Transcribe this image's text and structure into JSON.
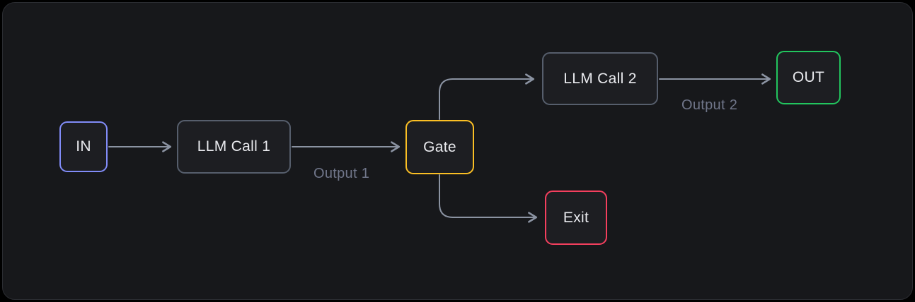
{
  "diagram": {
    "type": "flowchart",
    "nodes": [
      {
        "id": "in",
        "label": "IN",
        "border_color": "#818cf8"
      },
      {
        "id": "llm-call-1",
        "label": "LLM Call 1",
        "border_color": "#565e6c"
      },
      {
        "id": "gate",
        "label": "Gate",
        "border_color": "#fbbf24"
      },
      {
        "id": "llm-call-2",
        "label": "LLM Call 2",
        "border_color": "#565e6c"
      },
      {
        "id": "out",
        "label": "OUT",
        "border_color": "#22c55e"
      },
      {
        "id": "exit",
        "label": "Exit",
        "border_color": "#f43f5e"
      }
    ],
    "edges": [
      {
        "from": "in",
        "to": "llm-call-1",
        "label": ""
      },
      {
        "from": "llm-call-1",
        "to": "gate",
        "label": "Output 1"
      },
      {
        "from": "gate",
        "to": "llm-call-2",
        "label": ""
      },
      {
        "from": "gate",
        "to": "exit",
        "label": ""
      },
      {
        "from": "llm-call-2",
        "to": "out",
        "label": "Output 2"
      }
    ],
    "colors": {
      "outer_background": "#000000",
      "canvas_background": "#17181b",
      "node_fill": "#1d1e22",
      "node_text": "#e9eaee",
      "edge": "#8b93a2",
      "edge_label_text": "#70768a"
    }
  }
}
